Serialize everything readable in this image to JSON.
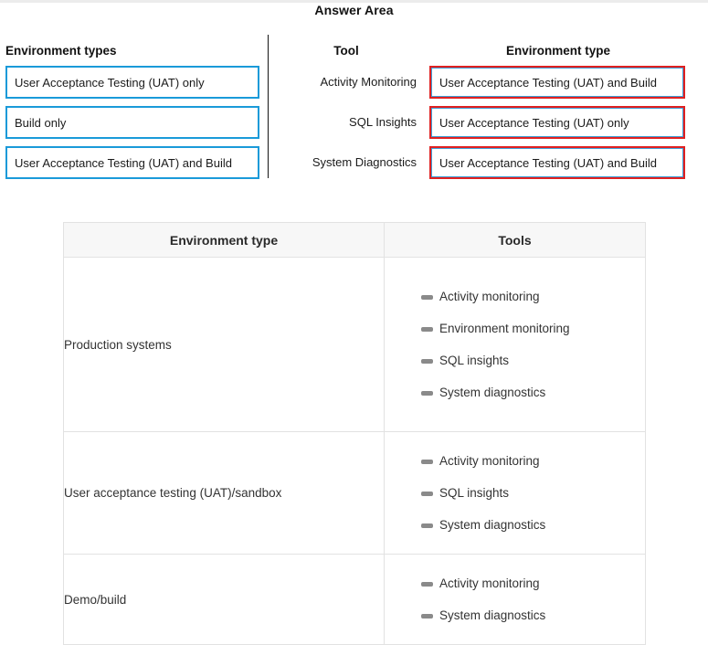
{
  "page": {
    "title": "Answer Area"
  },
  "question": {
    "left_panel": {
      "heading": "Environment types",
      "options": [
        {
          "label": "User Acceptance Testing (UAT) only"
        },
        {
          "label": "Build only"
        },
        {
          "label": "User Acceptance Testing (UAT) and Build"
        }
      ]
    },
    "tool_column": {
      "heading": "Tool",
      "tools": [
        {
          "label": "Activity Monitoring"
        },
        {
          "label": "SQL Insights"
        },
        {
          "label": "System Diagnostics"
        }
      ]
    },
    "answer_column": {
      "heading": "Environment type",
      "answers": [
        {
          "label": "User Acceptance Testing (UAT) and Build"
        },
        {
          "label": "User Acceptance Testing (UAT) only"
        },
        {
          "label": "User Acceptance Testing (UAT) and Build"
        }
      ]
    }
  },
  "reference_table": {
    "columns": [
      "Environment type",
      "Tools"
    ],
    "rows": [
      {
        "environment": "Production systems",
        "tools": [
          "Activity monitoring",
          "Environment monitoring",
          "SQL insights",
          "System diagnostics"
        ]
      },
      {
        "environment": "User acceptance testing (UAT)/sandbox",
        "tools": [
          "Activity monitoring",
          "SQL insights",
          "System diagnostics"
        ]
      },
      {
        "environment": "Demo/build",
        "tools": [
          "Activity monitoring",
          "System diagnostics"
        ]
      }
    ]
  },
  "colors": {
    "option_border_blue": "#1a9ad9",
    "answer_border_red": "#e02020",
    "answer_inner_blue": "#3f9fd6",
    "table_border": "#e2e2e2",
    "table_header_bg": "#f7f7f7",
    "bullet_gray": "#8a8a8a",
    "divider_black": "#151515"
  }
}
